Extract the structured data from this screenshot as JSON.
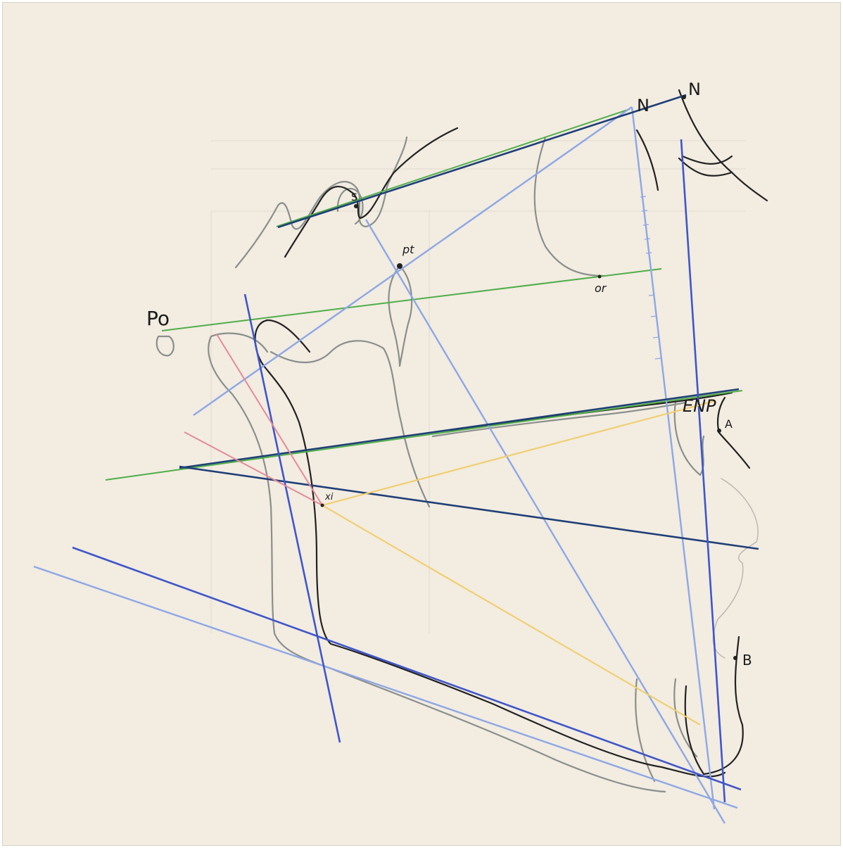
{
  "landmarks": {
    "s": "S",
    "n": "N",
    "n_soft": "N",
    "pt": "pt",
    "or": "or",
    "po": "Po",
    "xi": "xi",
    "enp": "ENP",
    "a": "A",
    "b": "B"
  },
  "colors": {
    "paper": "#f2ece1",
    "blue_line": "#3f56c9",
    "light_blue_line": "#8ea7e6",
    "navy_line": "#1f3f77",
    "green_line": "#4fae48",
    "pink_line": "#e48a9a",
    "yellow_line": "#f2cd69",
    "ink": "#222222",
    "graphite": "#8a8f8c"
  }
}
